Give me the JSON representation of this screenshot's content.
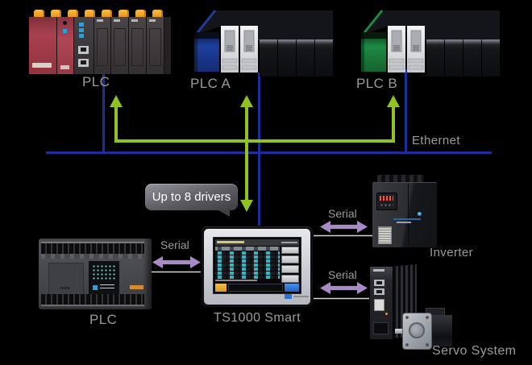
{
  "palette": {
    "background": "#000000",
    "ethernet_blue": "#1C2E9C",
    "arrow_green": "#8FC31F",
    "serial_purple": "#A78BC8",
    "cable_gray": "#D4D4D4",
    "label_gray": "#9A9A9A",
    "bubble_fill": "#3E3E43"
  },
  "ethernet": {
    "label": "Ethernet"
  },
  "bubble": {
    "label": "Up to 8 drivers"
  },
  "devices": {
    "plc_rack": {
      "label": "PLC"
    },
    "plc_a": {
      "label": "PLC A"
    },
    "plc_b": {
      "label": "PLC B"
    },
    "plc_compact": {
      "label": "PLC"
    },
    "hmi": {
      "label": "TS1000 Smart"
    },
    "inverter": {
      "label": "Inverter"
    },
    "servo": {
      "label": "Servo System"
    }
  },
  "serial_links": {
    "plc": {
      "label": "Serial"
    },
    "inverter": {
      "label": "Serial"
    },
    "servo": {
      "label": "Serial"
    }
  }
}
